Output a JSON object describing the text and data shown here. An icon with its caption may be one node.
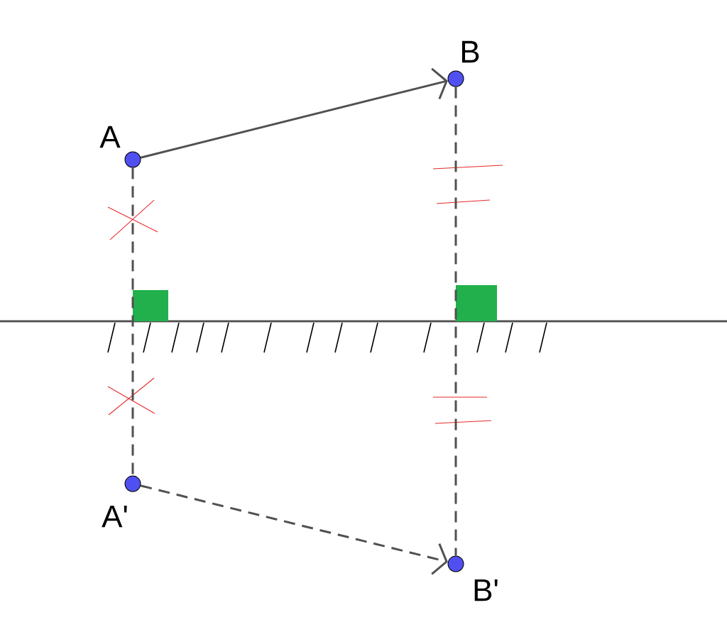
{
  "diagram": {
    "nodes": [
      {
        "text": [],
        "shape": "circle",
        "beside": [
          "A"
        ]
      },
      {
        "text": [],
        "shape": "circle",
        "beside": [
          "B"
        ]
      },
      {
        "text": [],
        "shape": "circle",
        "beside": [
          "A'"
        ]
      },
      {
        "text": [],
        "shape": "circle",
        "beside": [
          "B'"
        ]
      }
    ],
    "edges": [
      {
        "from": 0,
        "to": 1,
        "arrow": "to"
      },
      {
        "from": 2,
        "to": 3,
        "arrow": "to",
        "style": "dashed"
      },
      {
        "from": 0,
        "to": 2,
        "arrow": "none",
        "style": "dashed"
      },
      {
        "from": 1,
        "to": 3,
        "arrow": "none",
        "style": "dashed"
      }
    ]
  }
}
